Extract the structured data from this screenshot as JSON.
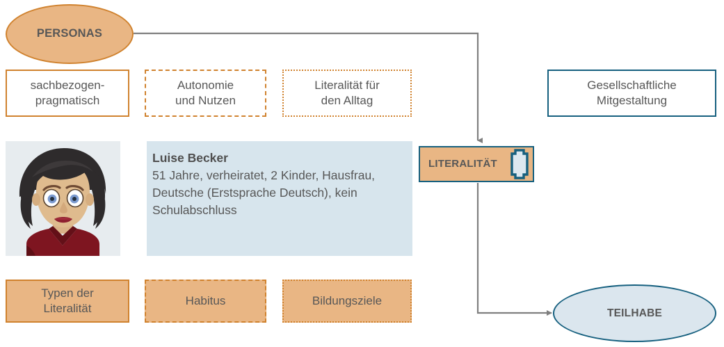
{
  "diagram": {
    "title_nodes": {
      "personas": {
        "label": "PERSONAS",
        "shape": "ellipse",
        "fill": "#E9B684",
        "stroke": "#D0822E"
      },
      "literalitaet": {
        "label": "LITERALITÄT",
        "shape": "rectangle",
        "fill": "#E9B684",
        "stroke": "#16607F",
        "icon": "book-spine-icon"
      },
      "teilhabe": {
        "label": "TEILHABE",
        "shape": "ellipse",
        "fill": "#DBE6EE",
        "stroke": "#16607F"
      }
    },
    "top_row": [
      {
        "name": "sachbezogen-pragmatisch",
        "label": "sachbezogen-\npragmatisch",
        "fill": "#FFFFFF",
        "stroke": "#D0822E",
        "stroke_style": "solid"
      },
      {
        "name": "autonomie-und-nutzen",
        "label": "Autonomie\nund Nutzen",
        "fill": "#FFFFFF",
        "stroke": "#D0822E",
        "stroke_style": "dashed"
      },
      {
        "name": "literalitaet-fuer-den-alltag",
        "label": "Literalität für\nden Alltag",
        "fill": "#FFFFFF",
        "stroke": "#D0822E",
        "stroke_style": "dotted"
      },
      {
        "name": "gesellschaftliche-mitgestaltung",
        "label": "Gesellschaftliche\nMitgestaltung",
        "fill": "#FFFFFF",
        "stroke": "#16607F",
        "stroke_style": "solid"
      }
    ],
    "bottom_row": [
      {
        "name": "typen-der-literalitaet",
        "label": "Typen der\nLiteralität",
        "fill": "#E9B684",
        "stroke": "#D0822E",
        "stroke_style": "solid"
      },
      {
        "name": "habitus",
        "label": "Habitus",
        "fill": "#E9B684",
        "stroke": "#D0822E",
        "stroke_style": "dashed"
      },
      {
        "name": "bildungsziele",
        "label": "Bildungsziele",
        "fill": "#E9B684",
        "stroke": "#D0822E",
        "stroke_style": "dotted"
      }
    ],
    "persona": {
      "name": "Luise Becker",
      "description": "51 Jahre, verheiratet, 2 Kinder, Hausfrau, Deutsche (Erstsprache Deutsch), kein Schulabschluss",
      "portrait_alt": "woman-portrait-illustration",
      "panel_fill": "#D7E5ED",
      "portrait_bg": "#E7ECEF"
    },
    "connectors": [
      {
        "name": "personas-to-literalitaet",
        "from": "personas",
        "to": "literalitaet",
        "color": "#7F7F7F",
        "arrowhead": true
      },
      {
        "name": "literalitaet-to-teilhabe",
        "from": "literalitaet",
        "to": "teilhabe",
        "color": "#7F7F7F",
        "arrowhead": true
      }
    ],
    "text_color": "#575757"
  }
}
